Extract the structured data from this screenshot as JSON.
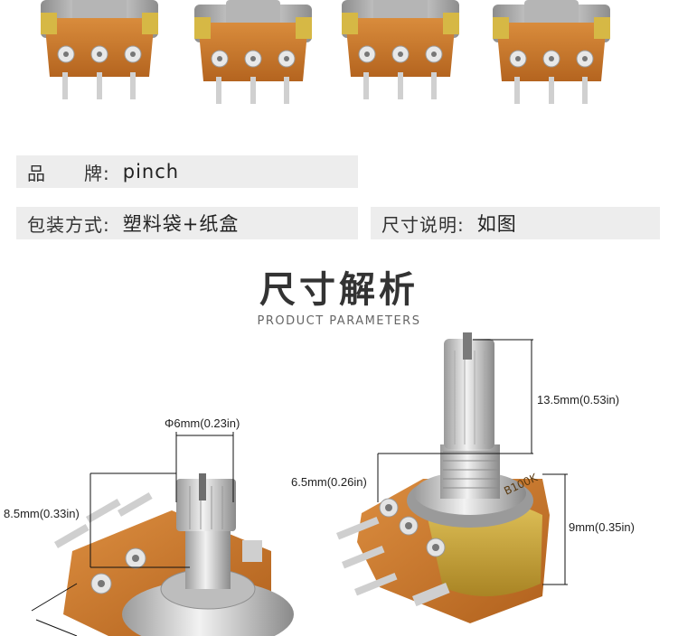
{
  "specs": {
    "brand": {
      "label": "品　　牌:",
      "value": "pinch"
    },
    "packaging": {
      "label": "包装方式:",
      "value": "塑料袋+纸盒"
    },
    "size": {
      "label": "尺寸说明:",
      "value": "如图"
    }
  },
  "section": {
    "title": "尺寸解析",
    "subtitle": "PRODUCT PARAMETERS"
  },
  "dimensions": {
    "shaft_diameter": "Φ6mm(0.23in)",
    "knurl_length": "8.5mm(0.33in)",
    "shaft_length": "13.5mm(0.53in)",
    "thread_length": "6.5mm(0.26in)",
    "body_height": "9mm(0.35in)"
  },
  "body_marking": "B100K",
  "colors": {
    "pcb": "#c8782e",
    "metal": "#c9c9c9",
    "brass": "#c9a640",
    "spec_bg": "#ededed"
  }
}
